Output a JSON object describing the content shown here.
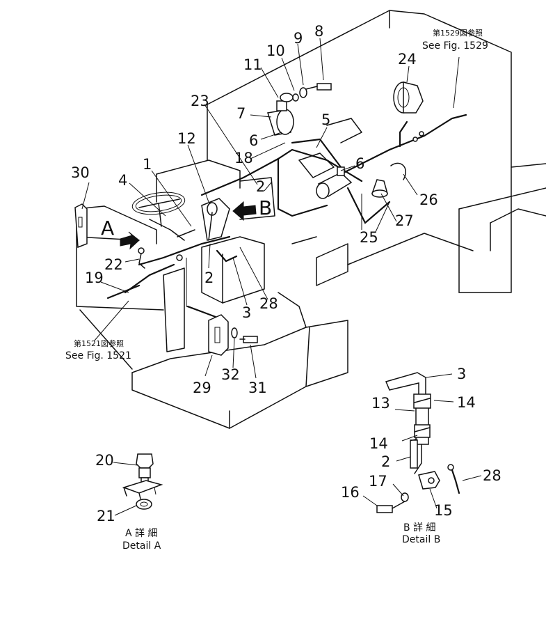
{
  "callouts": {
    "c1": "1",
    "c2a": "2",
    "c2b": "2",
    "c3": "3",
    "c4": "4",
    "c5": "5",
    "c6a": "6",
    "c6b": "6",
    "c7": "7",
    "c8": "8",
    "c9": "9",
    "c10": "10",
    "c11": "11",
    "c12": "12",
    "c18": "18",
    "c19": "19",
    "c22": "22",
    "c23": "23",
    "c24": "24",
    "c25": "25",
    "c26": "26",
    "c27": "27",
    "c28": "28",
    "c29": "29",
    "c30": "30",
    "c31": "31",
    "c32": "32"
  },
  "view_markers": {
    "a": "A",
    "b": "B"
  },
  "references": {
    "fig1529_jp": "第1529図参照",
    "fig1529_en": "See Fig. 1529",
    "fig1521_jp": "第1521図参照",
    "fig1521_en": "See Fig. 1521"
  },
  "detail_a": {
    "callout_20": "20",
    "callout_21": "21",
    "caption_jp": "A 詳 細",
    "caption_en": "Detail A"
  },
  "detail_b": {
    "callout_3": "3",
    "callout_13": "13",
    "callout_14a": "14",
    "callout_14b": "14",
    "callout_2": "2",
    "callout_17": "17",
    "callout_16": "16",
    "callout_15": "15",
    "callout_28": "28",
    "caption_jp": "B 詳 細",
    "caption_en": "Detail B"
  },
  "colors": {
    "ink": "#111111",
    "paper": "#ffffff"
  }
}
